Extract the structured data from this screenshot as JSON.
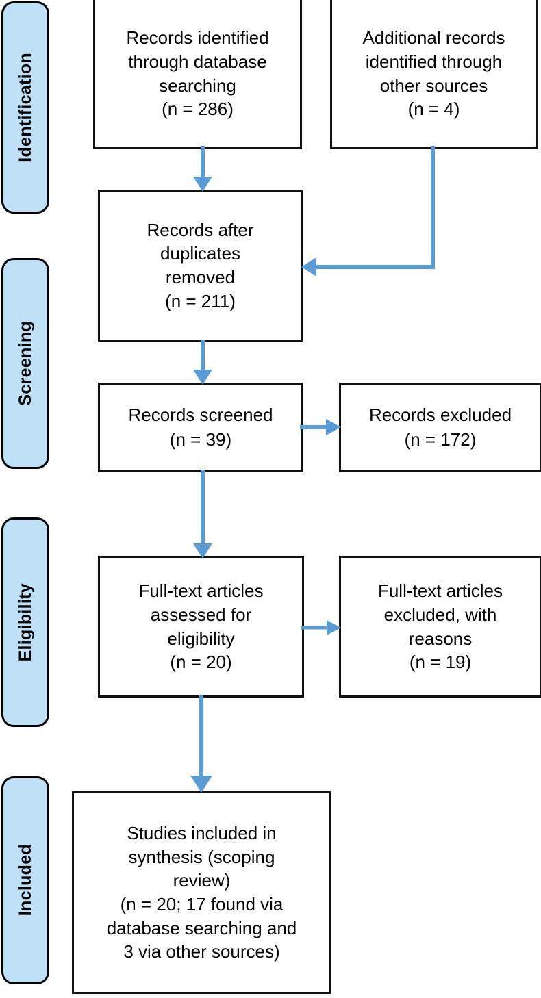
{
  "diagram": {
    "type": "PRISMA flow diagram",
    "accent_color": "#5B9BD5",
    "stage_fill_color": "#BFE0F7",
    "box_border_color": "#111111",
    "background_color": "#FFFFFF"
  },
  "stages": [
    {
      "id": "identification",
      "label": "Identification"
    },
    {
      "id": "screening",
      "label": "Screening"
    },
    {
      "id": "eligibility",
      "label": "Eligibility"
    },
    {
      "id": "included",
      "label": "Included"
    }
  ],
  "boxes": [
    {
      "id": "records-identified-database",
      "stage": "identification",
      "text": "Records identified\nthrough database\nsearching\n(n = 286)",
      "count": 286
    },
    {
      "id": "additional-records-other-sources",
      "stage": "identification",
      "text": "Additional records\nidentified through\nother sources\n(n = 4)",
      "count": 4
    },
    {
      "id": "records-after-duplicates-removed",
      "stage": "screening",
      "text": "Records after\nduplicates\nremoved\n(n = 211)",
      "count": 211
    },
    {
      "id": "records-screened",
      "stage": "screening",
      "text": "Records screened\n(n = 39)",
      "count": 39
    },
    {
      "id": "records-excluded",
      "stage": "screening",
      "text": "Records excluded\n(n = 172)",
      "count": 172
    },
    {
      "id": "full-text-assessed",
      "stage": "eligibility",
      "text": "Full-text articles\nassessed for\neligibility\n(n = 20)",
      "count": 20
    },
    {
      "id": "full-text-excluded",
      "stage": "eligibility",
      "text": "Full-text articles\nexcluded, with\nreasons\n(n = 19)",
      "count": 19
    },
    {
      "id": "studies-included",
      "stage": "included",
      "text": "Studies included in\nsynthesis (scoping\nreview)\n(n = 20; 17 found via\ndatabase searching and\n3 via other sources)",
      "count": 20
    }
  ],
  "connectors": [
    {
      "id": "arrow-db-to-duplicates",
      "kind": "vertical-down",
      "from": "records-identified-database",
      "to": "records-after-duplicates-removed"
    },
    {
      "id": "arrow-other-to-duplicates",
      "kind": "elbow-down-left",
      "from": "additional-records-other-sources",
      "to": "records-after-duplicates-removed"
    },
    {
      "id": "arrow-duplicates-to-screened",
      "kind": "vertical-down",
      "from": "records-after-duplicates-removed",
      "to": "records-screened"
    },
    {
      "id": "arrow-screened-to-excluded",
      "kind": "horizontal-right",
      "from": "records-screened",
      "to": "records-excluded"
    },
    {
      "id": "arrow-screened-to-fulltext",
      "kind": "vertical-down",
      "from": "records-screened",
      "to": "full-text-assessed"
    },
    {
      "id": "arrow-fulltext-to-excluded",
      "kind": "horizontal-right",
      "from": "full-text-assessed",
      "to": "full-text-excluded"
    },
    {
      "id": "arrow-fulltext-to-included",
      "kind": "vertical-down",
      "from": "full-text-assessed",
      "to": "studies-included"
    }
  ]
}
